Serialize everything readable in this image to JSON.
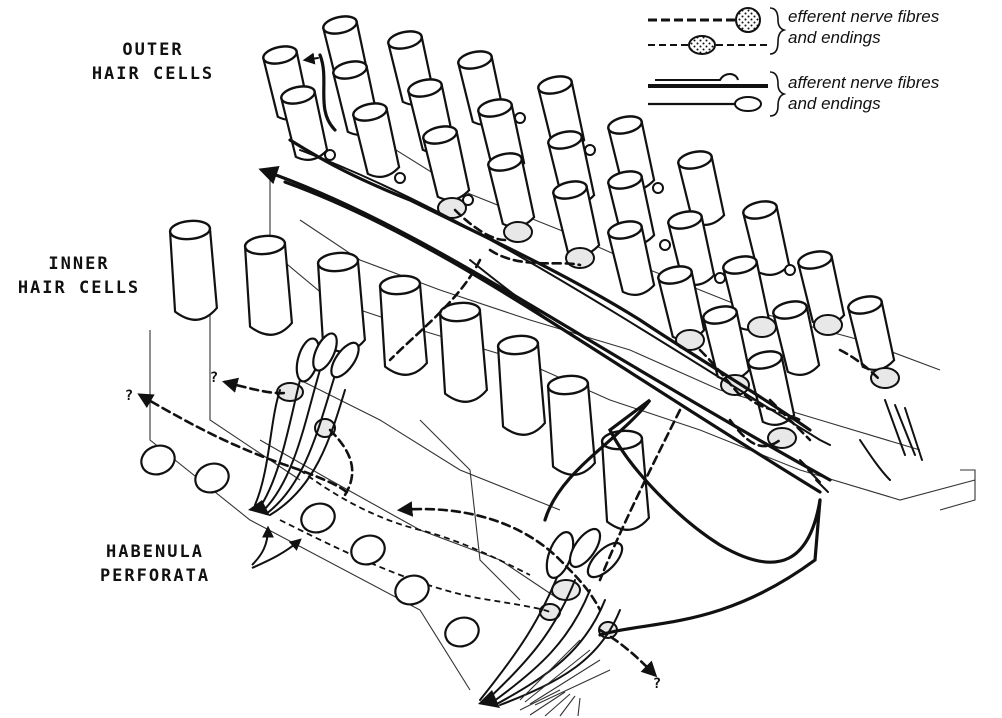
{
  "labels": {
    "outer_hair_cells": [
      "OUTER",
      "HAIR CELLS"
    ],
    "inner_hair_cells": [
      "INNER",
      "HAIR CELLS"
    ],
    "habenula_perforata": [
      "HABENULA",
      "PERFORATA"
    ],
    "question_mark": "?"
  },
  "legend": {
    "efferent": [
      "efferent nerve fibres",
      "and endings"
    ],
    "afferent": [
      "afferent nerve fibres",
      "and endings"
    ]
  }
}
